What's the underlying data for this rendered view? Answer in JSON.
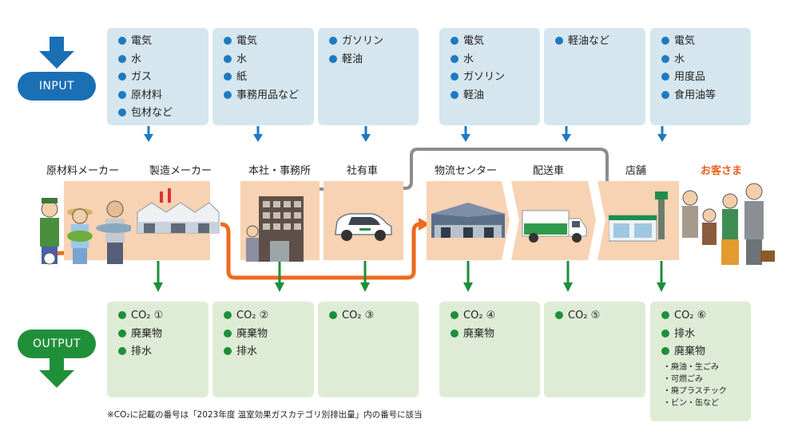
{
  "badges": {
    "input": "INPUT",
    "output": "OUTPUT"
  },
  "inputs": [
    {
      "items": [
        "電気",
        "水",
        "ガス",
        "原材料",
        "包材など"
      ]
    },
    {
      "items": [
        "電気",
        "水",
        "紙",
        "事務用品など"
      ]
    },
    {
      "items": [
        "ガソリン",
        "軽油"
      ]
    },
    {
      "items": [
        "電気",
        "水",
        "ガソリン",
        "軽油"
      ]
    },
    {
      "items": [
        "軽油など"
      ]
    },
    {
      "items": [
        "電気",
        "水",
        "用度品",
        "食用油等"
      ]
    }
  ],
  "stages": [
    "原材料メーカー",
    "製造メーカー",
    "本社・事務所",
    "社有車",
    "物流センター",
    "配送車",
    "店舗",
    "お客さま"
  ],
  "outputs": [
    {
      "items": [
        "CO₂ ①",
        "廃棄物",
        "排水"
      ]
    },
    {
      "items": [
        "CO₂ ②",
        "廃棄物",
        "排水"
      ]
    },
    {
      "items": [
        "CO₂ ③"
      ]
    },
    {
      "items": [
        "CO₂ ④",
        "廃棄物"
      ]
    },
    {
      "items": [
        "CO₂ ⑤"
      ]
    },
    {
      "items": [
        "CO₂ ⑥",
        "排水",
        "廃棄物"
      ],
      "sub": [
        "・廃油・生ごみ",
        "・可燃ごみ",
        "・廃プラスチック",
        "・ビン・缶など"
      ]
    }
  ],
  "note": "※CO₂に記載の番号は「2023年度 温室効果ガスカテゴリ別排出量」内の番号に該当",
  "colors": {
    "input_blue": "#1e7ac0",
    "output_green": "#1d8f3a",
    "panel_peach": "#f7d2b3",
    "flow_orange": "#ef6a1c",
    "customer_orange": "#e8601c"
  }
}
